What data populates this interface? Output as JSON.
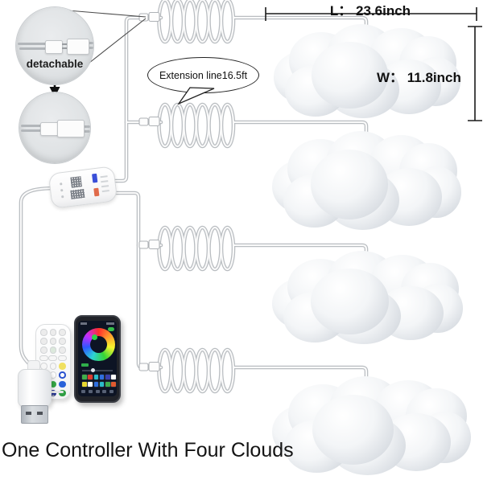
{
  "caption": "One Controller With Four Clouds",
  "annotations": {
    "length_label": "L： 23.6inch",
    "width_label": "W： 11.8inch",
    "extension_label": "Extension line16.5ft",
    "detachable_label": "detachable"
  },
  "clouds": {
    "count": 4
  },
  "remote": {
    "button_rows": [
      [
        "#ececec",
        "#ececec",
        "#ececec"
      ],
      [
        "#ececec",
        "#ececec",
        "#ececec"
      ],
      [
        "#ececec",
        "#dce9dc",
        "#ececec"
      ],
      [
        "#f6f6f6",
        "#f6f6f6",
        "#f6f6f6"
      ],
      [
        "#f6f6f6",
        "#f6f6f6",
        "#f0e060"
      ],
      [
        "ring:#cf2a2a",
        "#ffffff",
        "ring:#2a52cf"
      ],
      [
        "#eed43a",
        "#35a845",
        "#2a62d9"
      ],
      [
        "#cf2222",
        "#1d2d8f",
        "#2f9e44"
      ]
    ]
  },
  "phone": {
    "wheel_center_color": "#2fd24a",
    "toggle_color": "#35c04a",
    "tag_color": "#2fae4a",
    "swatch_rows": [
      [
        "#3fae4c",
        "#e03a2f",
        "#2bbcc9",
        "#2f6fe0",
        "#3a3fae",
        "#ffffff"
      ],
      [
        "#e8d832",
        "#ffffff",
        "#2f6fe0",
        "#2bbcc9",
        "#3fae4c",
        "#e05a2f"
      ]
    ]
  },
  "colors": {
    "wire": "#b9bdc1",
    "wire_core": "#fafafa",
    "annotation_line": "#1a1a1a",
    "controller_label_blue": "#3a4fd8",
    "controller_label_red": "#e06a4a"
  }
}
